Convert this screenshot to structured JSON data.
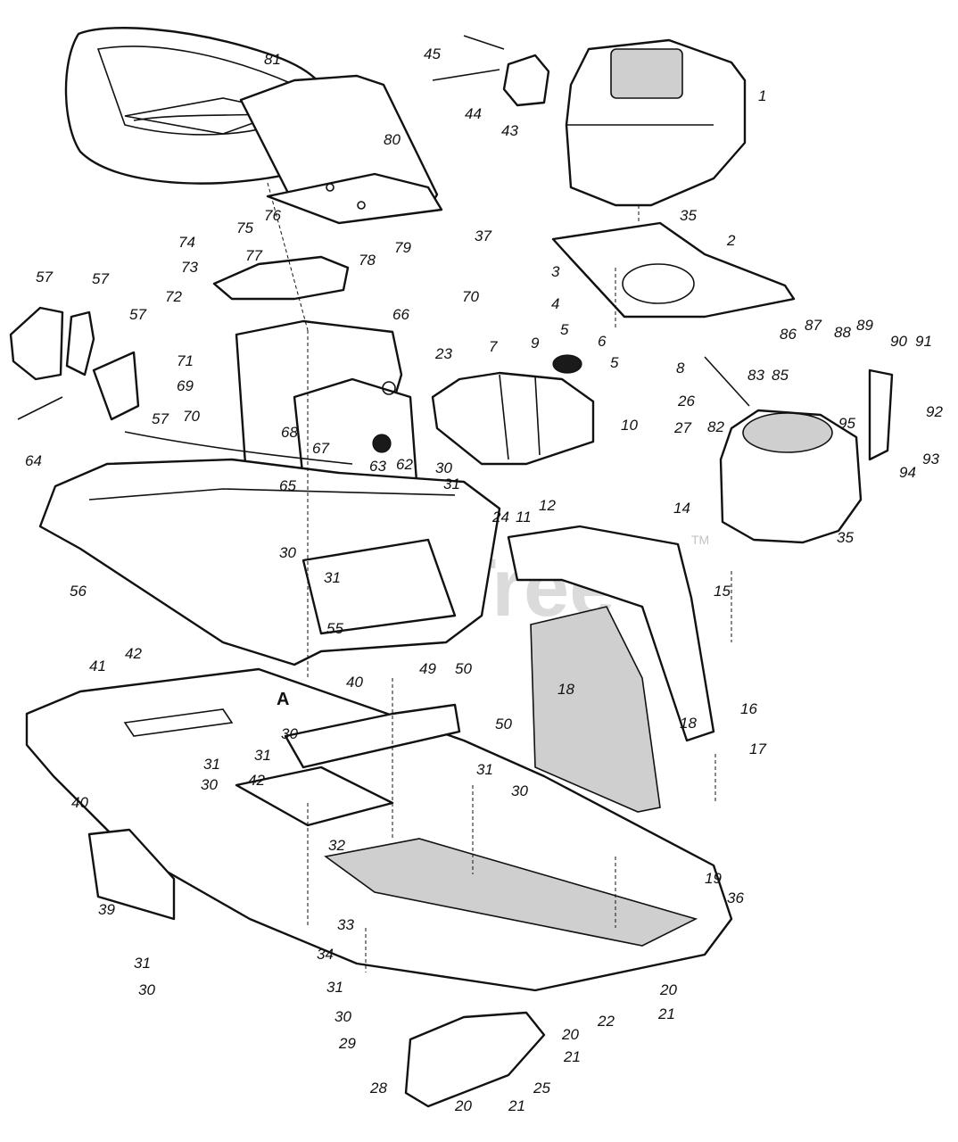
{
  "watermark": {
    "text": "PartsTree",
    "trademark": "TM"
  },
  "callouts": {
    "c81": "81",
    "c80": "80",
    "c79": "79",
    "c78": "78",
    "c77": "77",
    "c76": "76",
    "c75": "75",
    "c74": "74",
    "c73": "73",
    "c72": "72",
    "c71": "71",
    "c70a": "70",
    "c70b": "70",
    "c69": "69",
    "c68": "68",
    "c67": "67",
    "c66": "66",
    "c65": "65",
    "c64": "64",
    "c63": "63",
    "c62": "62",
    "c57a": "57",
    "c57b": "57",
    "c57c": "57",
    "c57d": "57",
    "c56": "56",
    "c55": "55",
    "c50a": "50",
    "c50b": "50",
    "c49": "49",
    "c45": "45",
    "c44": "44",
    "c43": "43",
    "c42a": "42",
    "c42b": "42",
    "c41": "41",
    "c40a": "40",
    "c40b": "40",
    "c39": "39",
    "c37": "37",
    "c36": "36",
    "c35a": "35",
    "c35b": "35",
    "c34": "34",
    "c33": "33",
    "c32": "32",
    "c31a": "31",
    "c31b": "31",
    "c31c": "31",
    "c31d": "31",
    "c31e": "31",
    "c31f": "31",
    "c31g": "31",
    "c30a": "30",
    "c30b": "30",
    "c30c": "30",
    "c30d": "30",
    "c30e": "30",
    "c30f": "30",
    "c30g": "30",
    "c29": "29",
    "c28": "28",
    "c27": "27",
    "c26": "26",
    "c25": "25",
    "c24": "24",
    "c23": "23",
    "c22": "22",
    "c21a": "21",
    "c21b": "21",
    "c21c": "21",
    "c20a": "20",
    "c20b": "20",
    "c20c": "20",
    "c19": "19",
    "c18a": "18",
    "c18b": "18",
    "c17": "17",
    "c16": "16",
    "c15": "15",
    "c14": "14",
    "c12": "12",
    "c11": "11",
    "c10": "10",
    "c9": "9",
    "c8": "8",
    "c7": "7",
    "c6": "6",
    "c5a": "5",
    "c5b": "5",
    "c4": "4",
    "c3": "3",
    "c2": "2",
    "c1": "1",
    "c82": "82",
    "c83": "83",
    "c85": "85",
    "c86": "86",
    "c87": "87",
    "c88": "88",
    "c89": "89",
    "c90": "90",
    "c91": "91",
    "c92": "92",
    "c93": "93",
    "c94": "94",
    "c95": "95",
    "cA": "A"
  }
}
